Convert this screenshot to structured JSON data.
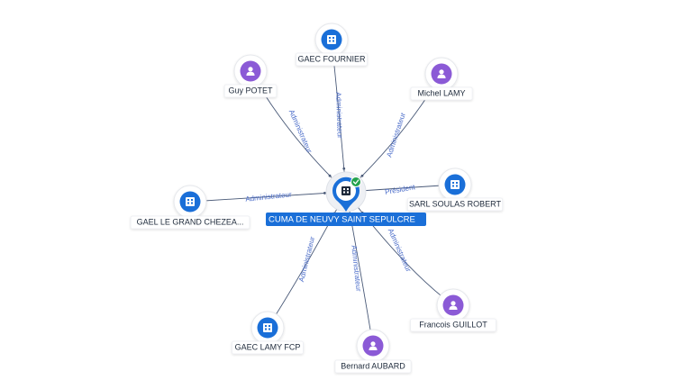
{
  "colors": {
    "company": "#1a6fd8",
    "person": "#8b5ad6",
    "center_pin": "#1a6fd8",
    "center_label_bg": "#1a6fd8",
    "check": "#23a24d",
    "edge_label": "#4a6cc9"
  },
  "center": {
    "label": "CUMA DE NEUVY SAINT SEPULCRE",
    "icon": "building-icon",
    "status_icon": "check-icon"
  },
  "nodes": [
    {
      "id": "gaec-fournier",
      "label": "GAEC FOURNIER",
      "kind": "company",
      "icon": "building-icon",
      "relation": "Administrateur"
    },
    {
      "id": "guy-potet",
      "label": "Guy POTET",
      "kind": "person",
      "icon": "person-icon",
      "relation": "Administrateur"
    },
    {
      "id": "michel-lamy",
      "label": "Michel LAMY",
      "kind": "person",
      "icon": "person-icon",
      "relation": "Administrateur"
    },
    {
      "id": "sarl-soulas-robert",
      "label": "SARL SOULAS ROBERT",
      "kind": "company",
      "icon": "building-icon",
      "relation": "Président"
    },
    {
      "id": "gael-le-grand-chezeau",
      "label": "GAEL LE GRAND CHEZEA...",
      "kind": "company",
      "icon": "building-icon",
      "relation": "Administrateur"
    },
    {
      "id": "francois-guillot",
      "label": "Francois GUILLOT",
      "kind": "person",
      "icon": "person-icon",
      "relation": "Administrateur"
    },
    {
      "id": "gaec-lamy-fcp",
      "label": "GAEC LAMY FCP",
      "kind": "company",
      "icon": "building-icon",
      "relation": "Administrateur"
    },
    {
      "id": "bernard-aubard",
      "label": "Bernard AUBARD",
      "kind": "person",
      "icon": "person-icon",
      "relation": "Administrateur"
    }
  ]
}
